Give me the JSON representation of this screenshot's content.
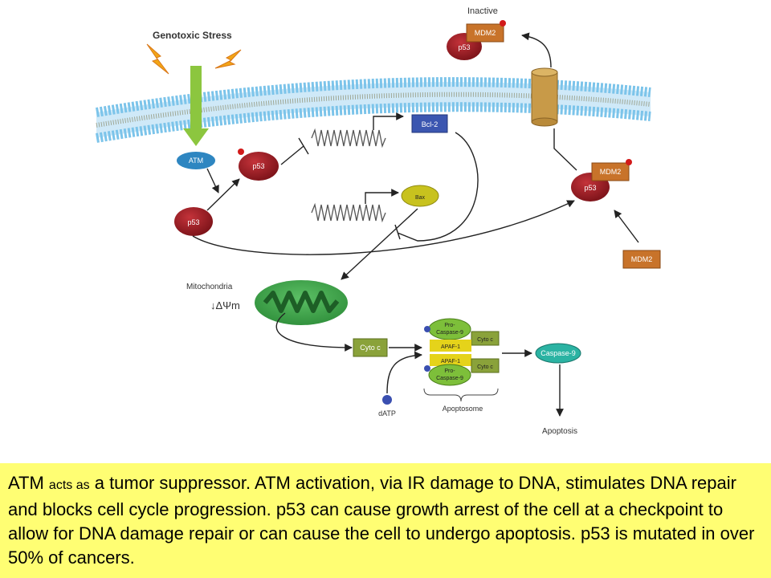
{
  "diagram": {
    "labels": {
      "genotoxic_stress": "Genotoxic Stress",
      "inactive": "Inactive",
      "mitochondria": "Mitochondria",
      "membrane_potential": "↓ΔΨm",
      "apoptosome": "Apoptosome",
      "apoptosis": "Apoptosis",
      "datp": "dATP"
    },
    "nodes": {
      "atm": "ATM",
      "p53": "p53",
      "mdm2": "MDM2",
      "bcl2": "Bcl-2",
      "bax": "Bax",
      "cyto_c": "Cyto c",
      "pro_caspase_9_line1": "Pro-",
      "pro_caspase_9_line2": "Caspase-9",
      "apaf1": "APAF-1",
      "caspase_9": "Caspase-9"
    },
    "colors": {
      "membrane": "#a9d8f2",
      "p53": "#9e1c22",
      "mdm2": "#c8732a",
      "atm": "#2e86c1",
      "bcl2": "#3b56b0",
      "bax": "#c8c21e",
      "mitochondria": "#3fa34d",
      "cyto_c": "#8aa23a",
      "apaf1": "#e5d31a",
      "caspase_9": "#2bb3a3",
      "stress_arrow": "#8cc63f",
      "lightning": "#f2a516"
    }
  },
  "caption": {
    "part1": "ATM ",
    "part2": "acts as",
    "part3": " a tumor suppressor. ATM activation, via IR damage to DNA, stimulates DNA repair and blocks cell cycle progression. p53 can cause growth arrest of the cell at a checkpoint to allow for DNA damage repair or can cause the cell to undergo apoptosis. p53 is mutated in over 50% of cancers."
  }
}
